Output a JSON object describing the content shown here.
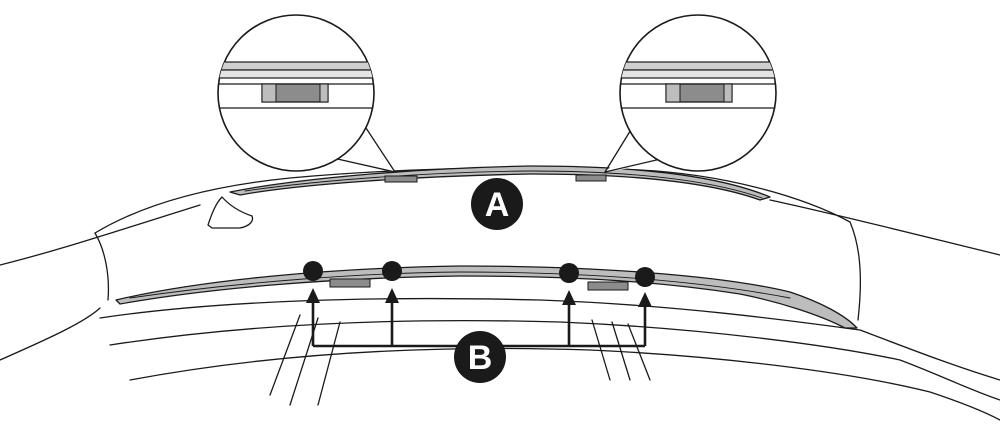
{
  "callouts": [
    {
      "id": "A",
      "text": "A"
    },
    {
      "id": "B",
      "text": "B"
    }
  ],
  "colors": {
    "line": "#1a1a1a",
    "rail_fill": "#bdbdbd",
    "foot_fill": "#8c8c8c",
    "label_bg": "#1a1a1a",
    "label_text": "#ffffff"
  },
  "icons": [
    "magnifier-circle-left",
    "magnifier-circle-right",
    "shark-fin-antenna",
    "mounting-point-marker",
    "pointer-arrow"
  ]
}
